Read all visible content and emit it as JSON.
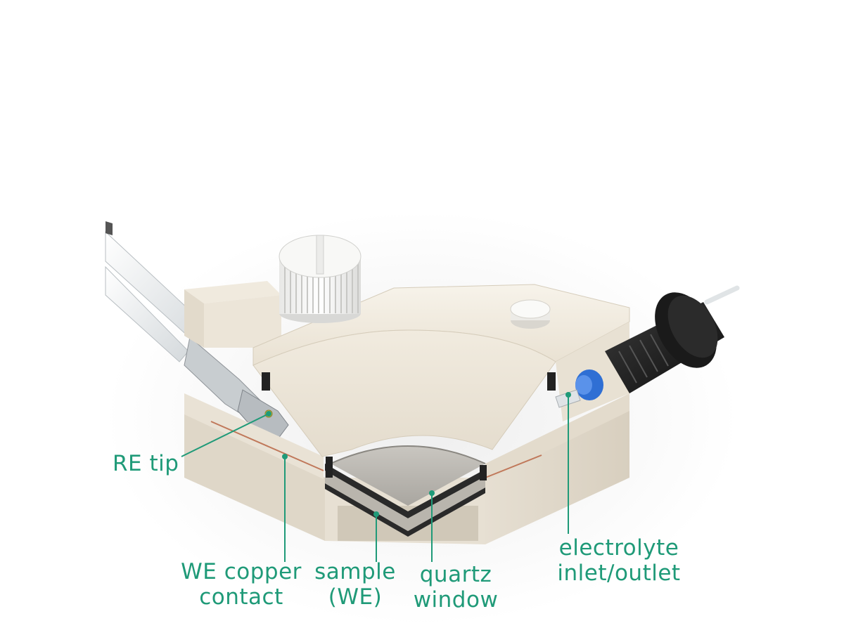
{
  "colors": {
    "label": "#1f9a78",
    "body_cream": "#efe9dd",
    "body_shadow": "#ddd5c6",
    "base_beige": "#e3dccf",
    "knob_white": "#f5f5f3",
    "fitting_black": "#1c1c1c",
    "fitting_blue": "#2f6fd4",
    "tube_glass": "#e8ecee"
  },
  "labels": {
    "re_tip": "RE tip",
    "we_contact_line1": "WE copper",
    "we_contact_line2": "contact",
    "sample_line1": "sample",
    "sample_line2": "(WE)",
    "quartz_line1": "quartz",
    "quartz_line2": "window",
    "electrolyte_line1": "electrolyte",
    "electrolyte_line2": "inlet/outlet"
  },
  "icons": {
    "knob": "ridged-knob-icon",
    "fitting": "threaded-fitting-icon",
    "port": "blue-port-icon",
    "tube": "glass-tube-icon"
  }
}
